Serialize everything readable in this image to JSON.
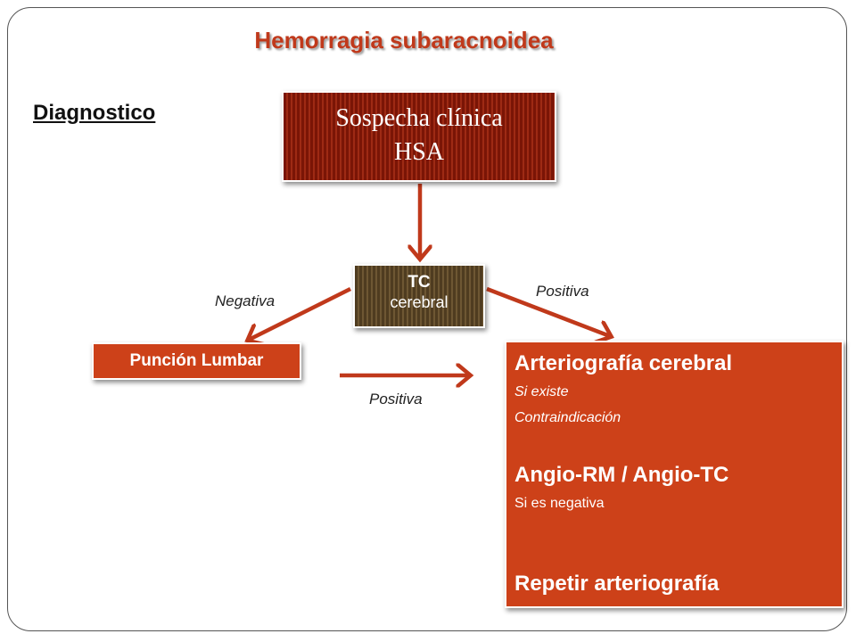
{
  "title": "Hemorragia subaracnoidea",
  "section_label": "Diagnostico",
  "nodes": {
    "sospecha": {
      "line1": "Sospecha clínica",
      "line2": "HSA"
    },
    "tc": {
      "line1": "TC",
      "line2": "cerebral"
    },
    "puncion": {
      "label": "Punción Lumbar"
    },
    "arteriografia": {
      "heading": "Arteriografía cerebral",
      "note1a": "Si existe",
      "note1b": "Contraindicación",
      "heading2": "Angio-RM / Angio-TC",
      "note2": "Si es negativa",
      "heading3": "Repetir arteriografía"
    }
  },
  "edges": {
    "negativa": "Negativa",
    "positiva_tc": "Positiva",
    "positiva_puncion": "Positiva"
  },
  "colors": {
    "title": "#c0391b",
    "arrow": "#c0391b",
    "box_red": "#cd4119",
    "box_dark_red": "#8a1e0b",
    "box_brown": "#5e4a2a"
  }
}
